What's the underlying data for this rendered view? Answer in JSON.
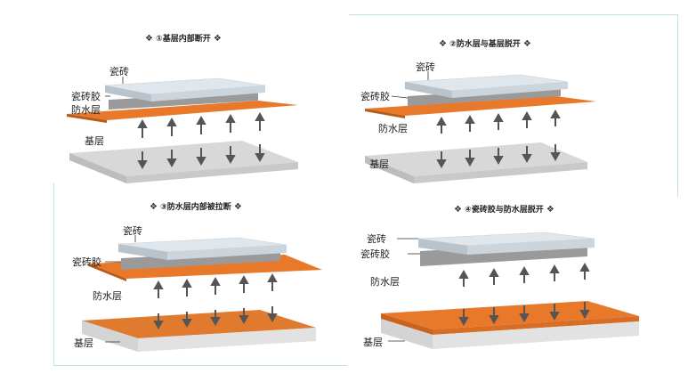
{
  "colors": {
    "tile_top": "#dfe6ec",
    "tile_side": "#b9c3cb",
    "adhesive": "#9a9a9a",
    "waterproof": "#e8782a",
    "waterproof_dark": "#b75a18",
    "base_top": "#d8d8d8",
    "base_side": "#c4c4c4",
    "arrow": "#555555",
    "frame": "#bfe3e0"
  },
  "panels": [
    {
      "title": "①基层内部断开",
      "labels": {
        "tile": "瓷砖",
        "adhesive": "瓷砖胶",
        "waterproof": "防水层",
        "base": "基层"
      }
    },
    {
      "title": "②防水层与基层脱开",
      "labels": {
        "tile": "瓷砖",
        "adhesive": "瓷砖胶",
        "waterproof": "防水层",
        "base": "基层"
      }
    },
    {
      "title": "③防水层内部被拉断",
      "labels": {
        "tile": "瓷砖",
        "adhesive": "瓷砖胶",
        "waterproof": "防水层",
        "base": "基层"
      }
    },
    {
      "title": "④瓷砖胶与防水层脱开",
      "labels": {
        "tile": "瓷砖",
        "adhesive": "瓷砖胶",
        "waterproof": "防水层",
        "base": "基层"
      }
    }
  ],
  "icons": {
    "title_marker": "diamond-cluster-icon",
    "force_arrow": "arrow-icon"
  }
}
